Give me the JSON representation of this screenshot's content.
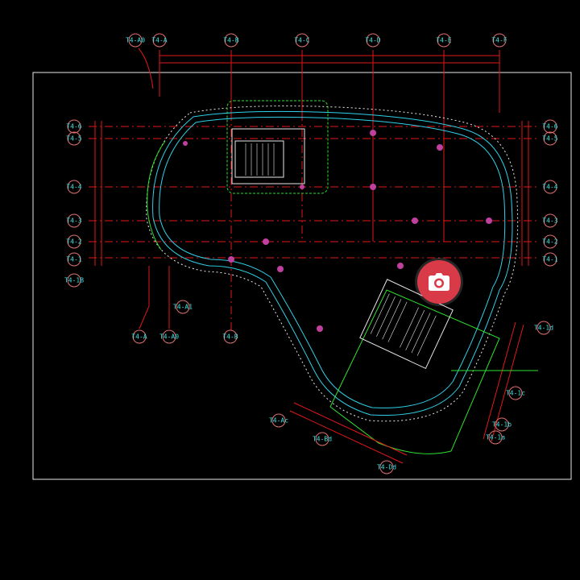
{
  "drawing": {
    "top_axes": [
      "T4-A0",
      "T4-A",
      "T4-B",
      "T4-C",
      "T4-D",
      "T4-E",
      "T4-F"
    ],
    "left_axes": [
      "T4-6",
      "T4-5",
      "T4-4",
      "T4-3",
      "T4-2",
      "T4-1",
      "T4-1B"
    ],
    "right_axes": [
      "T4-6",
      "T4-5",
      "T4-4",
      "T4-3",
      "T4-2",
      "T4-1"
    ],
    "bottom_axes": [
      "T4-A",
      "T4-A0",
      "T4-A1",
      "T4-B"
    ],
    "diagonal_axes": [
      "T4-Ac",
      "T4-Bd",
      "T4-Dd",
      "T4-1d",
      "T4-1c",
      "T4-1b",
      "T4-1a"
    ],
    "colors": {
      "axis": "#e01818",
      "text": "#3fe0e0",
      "wall": "#30d0e8",
      "outline": "#30e030"
    }
  },
  "overlay": {
    "camera_icon": "camera-icon"
  }
}
